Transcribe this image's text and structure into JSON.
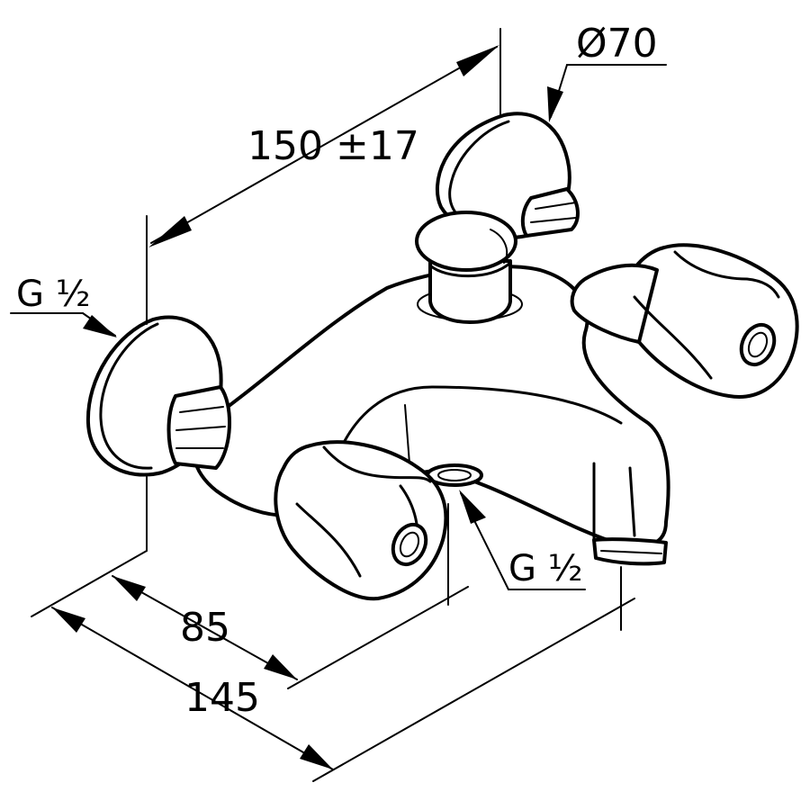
{
  "drawing": {
    "subject": "bath-shower-mixer",
    "dimensions": {
      "wall_spacing": "150 ±17",
      "rosette_diameter": "Ø70",
      "inlet_thread": "G ½",
      "outlet_thread": "G ½",
      "projection_outlet": "85",
      "projection_total": "145"
    }
  }
}
